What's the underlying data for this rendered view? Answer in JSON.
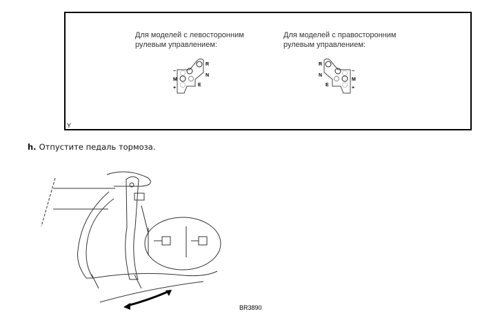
{
  "figure1": {
    "left_caption_line1": "Для моделей с левосторонним",
    "left_caption_line2": "рулевым управлением:",
    "right_caption_line1": "Для моделей с правосторонним",
    "right_caption_line2": "рулевым управлением:",
    "labels": {
      "r": "R",
      "n": "N",
      "e": "E",
      "minus": "−",
      "m": "M",
      "plus": "+"
    },
    "corner_label": "Y"
  },
  "step": {
    "letter": "h.",
    "text": "Отпустите педаль тормоза."
  },
  "figure2": {
    "code": "BR3890"
  }
}
